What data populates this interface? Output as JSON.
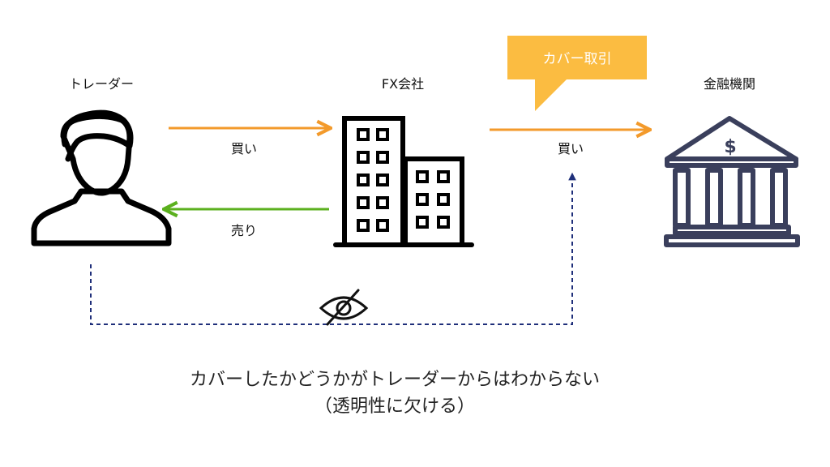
{
  "nodes": {
    "trader": {
      "label": "トレーダー",
      "icon": "person-icon"
    },
    "fx_company": {
      "label": "FX会社",
      "icon": "office-building-icon"
    },
    "bank": {
      "label": "金融機関",
      "icon": "bank-icon"
    }
  },
  "arrows": {
    "trader_to_fx": {
      "label": "買い",
      "color": "#f39a2b"
    },
    "fx_to_trader": {
      "label": "売り",
      "color": "#5bb01e"
    },
    "fx_to_bank": {
      "label": "買い",
      "color": "#f39a2b"
    }
  },
  "callout": {
    "text": "カバー取引",
    "color": "#fbbc41"
  },
  "hidden_link": {
    "color": "#1f2f7a",
    "icon": "eye-slash-icon"
  },
  "caption": {
    "line1": "カバーしたかどうかがトレーダーからはわからない",
    "line2": "（透明性に欠ける）"
  },
  "colors": {
    "icon_stroke": "#000000",
    "bank_stroke": "#3a3f5c"
  }
}
